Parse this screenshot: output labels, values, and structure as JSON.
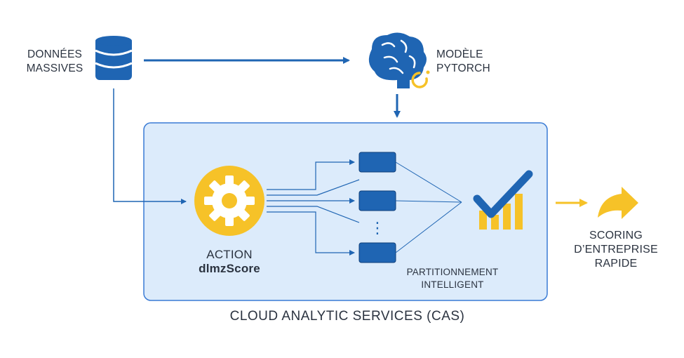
{
  "diagram": {
    "big_data": {
      "line1": "DONNÉES",
      "line2": "MASSIVES",
      "icon": "database-icon"
    },
    "model": {
      "line1": "MODÈLE",
      "line2": "PYTORCH",
      "icon": "brain-icon"
    },
    "action": {
      "line1": "ACTION",
      "line2": "dlmzScore",
      "icon": "gear-icon"
    },
    "partitioning": {
      "line1": "PARTITIONNEMENT",
      "line2": "INTELLIGENT",
      "ellipsis": "⋮"
    },
    "scoring": {
      "line1": "SCORING",
      "line2": "D’ENTREPRISE",
      "line3": "RAPIDE",
      "icon": "curved-arrow-icon"
    },
    "cas_label": "CLOUD ANALYTIC SERVICES (CAS)",
    "result_icon": "checkmark-chart-icon"
  },
  "colors": {
    "primary_blue": "#1f65b3",
    "panel_fill": "#dcebfb",
    "panel_border": "#3a7bd5",
    "accent_yellow": "#f6c228",
    "text": "#2b3340"
  }
}
